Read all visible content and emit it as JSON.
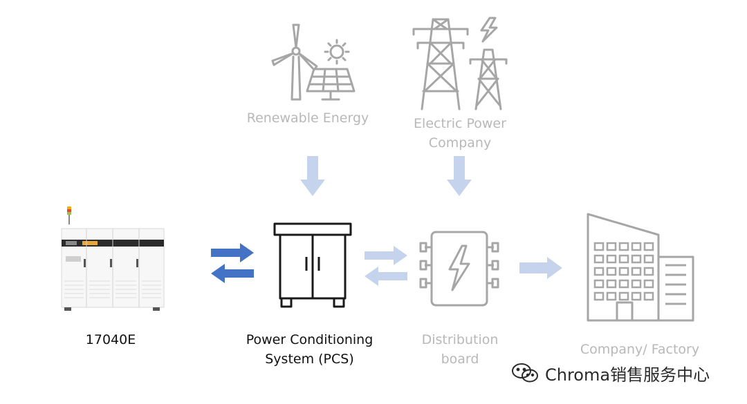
{
  "nodes": {
    "renewable": {
      "label": "Renewable Energy"
    },
    "electric_line1": "Electric Power",
    "electric_line2": "Company",
    "device": {
      "label": "17040E"
    },
    "pcs_line1": "Power Conditioning",
    "pcs_line2": "System (PCS)",
    "dist_line1": "Distribution",
    "dist_line2": "board",
    "factory": {
      "label": "Company/ Factory"
    }
  },
  "watermark": {
    "text": "Chroma销售服务中心"
  },
  "colors": {
    "dark_arrow": "#4472c4",
    "light_arrow": "#c5d3ec",
    "faded_icon": "#a6a6a6",
    "faded_text": "#b8b8b8",
    "active_icon": "#1a1a1a"
  },
  "icons": {
    "renewable": "wind-turbine-solar-icon",
    "electric": "transmission-tower-icon",
    "device": "battery-tester-cabinet-icon",
    "pcs": "cabinet-icon",
    "distribution": "distribution-board-icon",
    "factory": "factory-building-icon",
    "watermark": "wechat-icon"
  }
}
